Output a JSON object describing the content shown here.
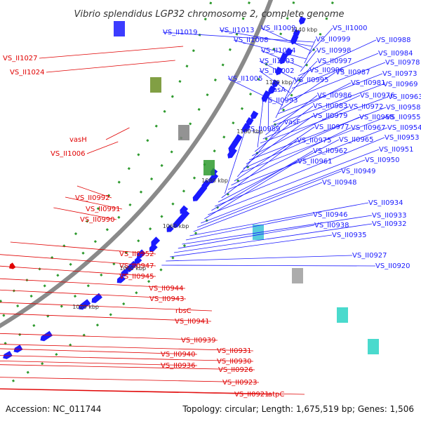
{
  "title": "Vibrio splendidus LGP32 chromosome 2, complete genome",
  "footer": {
    "accession": "Accession: NC_011744",
    "summary": "Topology: circular; Length: 1,675,519 bp; Genes: 1,506"
  },
  "colors": {
    "backbone": "#8a8a8a",
    "forward": "#1a1aff",
    "reverse": "#e00000",
    "dots": "#2e9a2e",
    "label_forward": "#1a1aff",
    "label_reverse": "#e00000"
  },
  "ticks": [
    "1140 kbp",
    "1120 kbp",
    "1100 kbp",
    "1080 kbp",
    "1060 kbp",
    "1040 kbp",
    "1020 kbp"
  ],
  "genes_forward": [
    "VS_II1019",
    "VS_II1013",
    "VS_II1009",
    "VS_II1000",
    "VS_II1008",
    "VS_II0999",
    "VS_II1004",
    "VS_II0998",
    "VS_II0988",
    "VS_II1003",
    "VS_II0997",
    "VS_II0984",
    "VS_II1002",
    "VS_II0996",
    "VS_II0978",
    "VS_II1005",
    "VS_II0987",
    "VS_II0973",
    "VS_II0995",
    "VS_II0981",
    "VS_II0969",
    "vasA",
    "VS_II0986",
    "VS_II0976",
    "VS_II0963",
    "VS_II0993",
    "VS_II0983",
    "VS_II0972",
    "VS_II0958",
    "VS_II0979",
    "VS_II0968",
    "VS_II0955",
    "vasF",
    "VS_II0977",
    "VS_II0967",
    "VS_II0954",
    "VS_II0989",
    "VS_II0975",
    "VS_II0965",
    "VS_II0953",
    "VS_II0962",
    "VS_II0951",
    "VS_II0961",
    "VS_II0950",
    "VS_II0949",
    "VS_II0948",
    "VS_II0934",
    "VS_II0946",
    "VS_II0933",
    "VS_II0938",
    "VS_II0932",
    "VS_II0935",
    "VS_II0927",
    "VS_II0920"
  ],
  "genes_reverse": [
    "VS_II1027",
    "VS_II1024",
    "vasH",
    "VS_II1006",
    "VS_II0992",
    "VS_II0991",
    "VS_II0990",
    "VS_II0952",
    "VS_II0947",
    "VS_II0945",
    "VS_II0944",
    "VS_II0943",
    "rbsC",
    "VS_II0941",
    "VS_II0939",
    "VS_II0940",
    "VS_II0931",
    "VS_II0936",
    "VS_II0930",
    "VS_II0926",
    "VS_II0923",
    "VS_II0921",
    "atpC"
  ]
}
